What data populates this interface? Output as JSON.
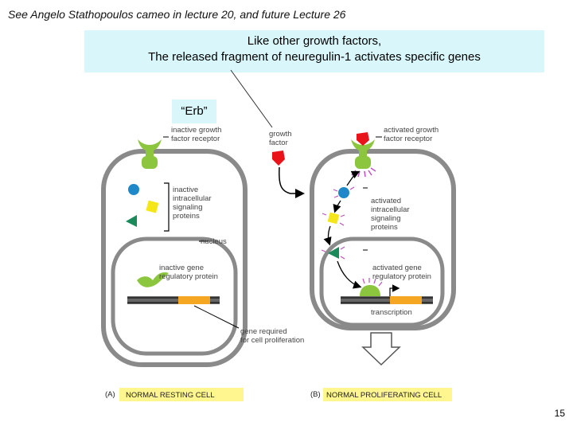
{
  "top_note": "See Angelo Stathopoulos cameo in lecture 20, and future Lecture 26",
  "title": {
    "line1": "Like other growth factors,",
    "line2": "The released fragment of neuregulin-1 activates specific genes"
  },
  "erb_label": "“Erb”",
  "left_cell": {
    "receptor_label": [
      "inactive growth",
      "factor receptor"
    ],
    "signaling_label": [
      "inactive",
      "intracellular",
      "signaling",
      "proteins"
    ],
    "nucleus_label": "nucleus",
    "gene_protein_label": [
      "inactive gene",
      "regulatory protein"
    ],
    "gene_label": [
      "gene required",
      "for cell proliferation"
    ]
  },
  "growth_factor_label": [
    "growth",
    "factor"
  ],
  "right_cell": {
    "receptor_label": [
      "activated growth",
      "factor receptor"
    ],
    "signaling_label": [
      "activated",
      "intracellular",
      "signaling",
      "proteins"
    ],
    "gene_protein_label": [
      "activated gene",
      "regulatory protein"
    ],
    "transcription_label": "transcription"
  },
  "caption_a": {
    "letter": "(A)",
    "text": "NORMAL RESTING CELL"
  },
  "caption_b": {
    "letter": "(B)",
    "text": "NORMAL PROLIFERATING CELL"
  },
  "page_number": "15",
  "colors": {
    "title_bg": "#d9f7fb",
    "cell_membrane": "#8a8a8a",
    "receptor": "#8cc63f",
    "growth_factor": "#e8141a",
    "signal_blue": "#1e88c8",
    "signal_yellow": "#f5e61a",
    "signal_green": "#1a8a5a",
    "activation_marks": "#c050c0",
    "gene_highlight": "#f5a623",
    "caption_bg": "#fff68f"
  }
}
